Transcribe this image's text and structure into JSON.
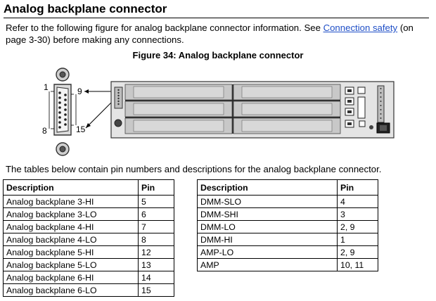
{
  "heading": "Analog backplane connector",
  "intro": {
    "text_before": "Refer to the following figure for analog backplane connector information. See ",
    "link": "Connection safety",
    "text_after": " (on page 3-30) before making any connections."
  },
  "figure": {
    "caption": "Figure 34: Analog backplane connector",
    "pin_labels": {
      "top_left": "1",
      "top_right": "9",
      "bottom_left": "8",
      "bottom_right": "15"
    }
  },
  "table_intro": "The tables below contain pin numbers and descriptions for the analog backplane connector.",
  "tables": [
    {
      "headers": [
        "Description",
        "Pin"
      ],
      "rows": [
        [
          "Analog backplane 3-HI",
          "5"
        ],
        [
          "Analog backplane 3-LO",
          "6"
        ],
        [
          "Analog backplane 4-HI",
          "7"
        ],
        [
          "Analog backplane 4-LO",
          "8"
        ],
        [
          "Analog backplane 5-HI",
          "12"
        ],
        [
          "Analog backplane 5-LO",
          "13"
        ],
        [
          "Analog backplane 6-HI",
          "14"
        ],
        [
          "Analog backplane 6-LO",
          "15"
        ]
      ]
    },
    {
      "headers": [
        "Description",
        "Pin"
      ],
      "rows": [
        [
          "DMM-SLO",
          "4"
        ],
        [
          "DMM-SHI",
          "3"
        ],
        [
          "DMM-LO",
          "2, 9"
        ],
        [
          "DMM-HI",
          "1"
        ],
        [
          "AMP-LO",
          "2, 9"
        ],
        [
          "AMP",
          "10, 11"
        ]
      ]
    }
  ],
  "colors": {
    "link": "#1f4fc7",
    "panel": "#e4e4e4",
    "card": "#c8c8c8"
  }
}
